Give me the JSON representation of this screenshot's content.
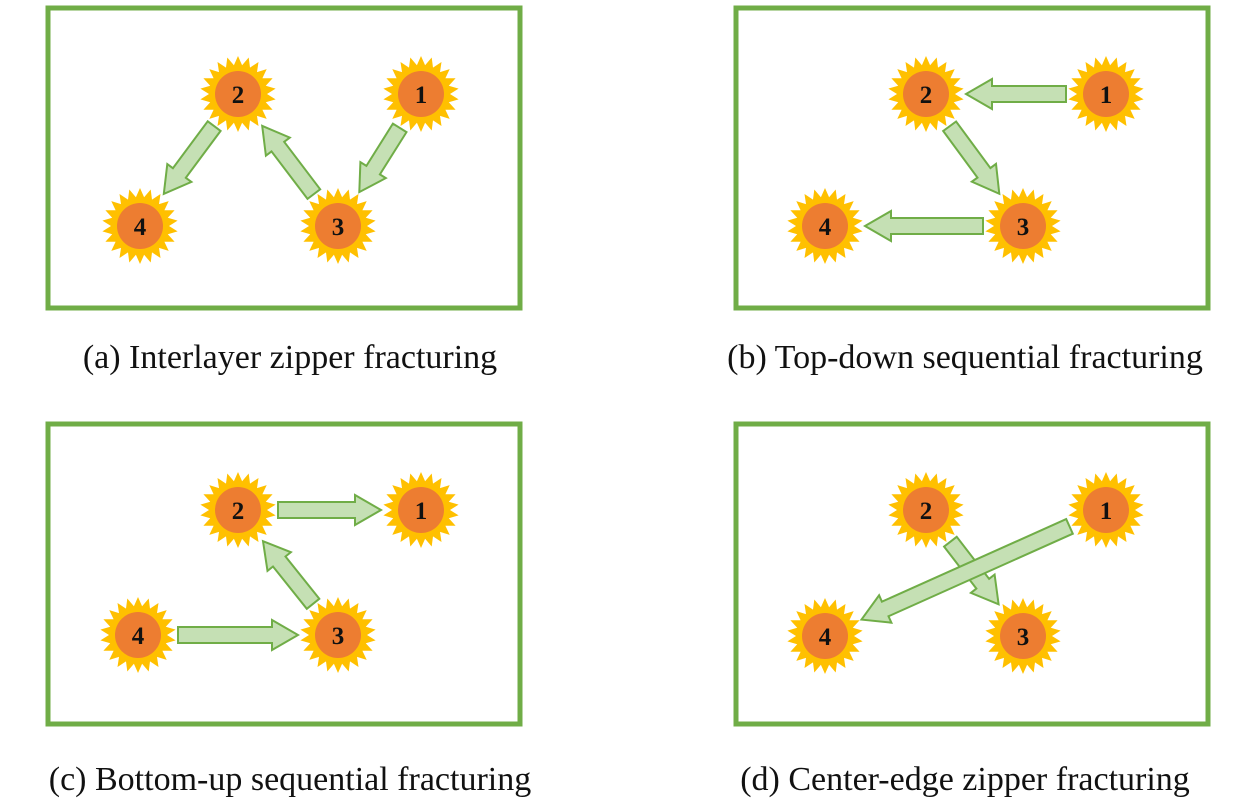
{
  "colors": {
    "frame": "#70ad47",
    "arrow_fill": "#c5e0b4",
    "arrow_stroke": "#70ad47",
    "star_outer": "#ffc000",
    "star_inner": "#ed7d31"
  },
  "panels": [
    {
      "id": "a",
      "caption": "(a) Interlayer zipper fracturing",
      "nodes": [
        {
          "label": "1"
        },
        {
          "label": "2"
        },
        {
          "label": "3"
        },
        {
          "label": "4"
        }
      ],
      "arrows": [
        {
          "from": "1",
          "to": "3"
        },
        {
          "from": "3",
          "to": "2"
        },
        {
          "from": "2",
          "to": "4"
        }
      ]
    },
    {
      "id": "b",
      "caption": "(b) Top-down sequential fracturing",
      "nodes": [
        {
          "label": "1"
        },
        {
          "label": "2"
        },
        {
          "label": "3"
        },
        {
          "label": "4"
        }
      ],
      "arrows": [
        {
          "from": "1",
          "to": "2"
        },
        {
          "from": "2",
          "to": "3"
        },
        {
          "from": "3",
          "to": "4"
        }
      ]
    },
    {
      "id": "c",
      "caption": "(c) Bottom-up sequential fracturing",
      "nodes": [
        {
          "label": "1"
        },
        {
          "label": "2"
        },
        {
          "label": "3"
        },
        {
          "label": "4"
        }
      ],
      "arrows": [
        {
          "from": "4",
          "to": "3"
        },
        {
          "from": "3",
          "to": "2"
        },
        {
          "from": "2",
          "to": "1"
        }
      ]
    },
    {
      "id": "d",
      "caption": "(d) Center-edge zipper fracturing",
      "nodes": [
        {
          "label": "1"
        },
        {
          "label": "2"
        },
        {
          "label": "3"
        },
        {
          "label": "4"
        }
      ],
      "arrows": [
        {
          "from": "2",
          "to": "3"
        },
        {
          "from": "1",
          "to": "4"
        }
      ]
    }
  ]
}
